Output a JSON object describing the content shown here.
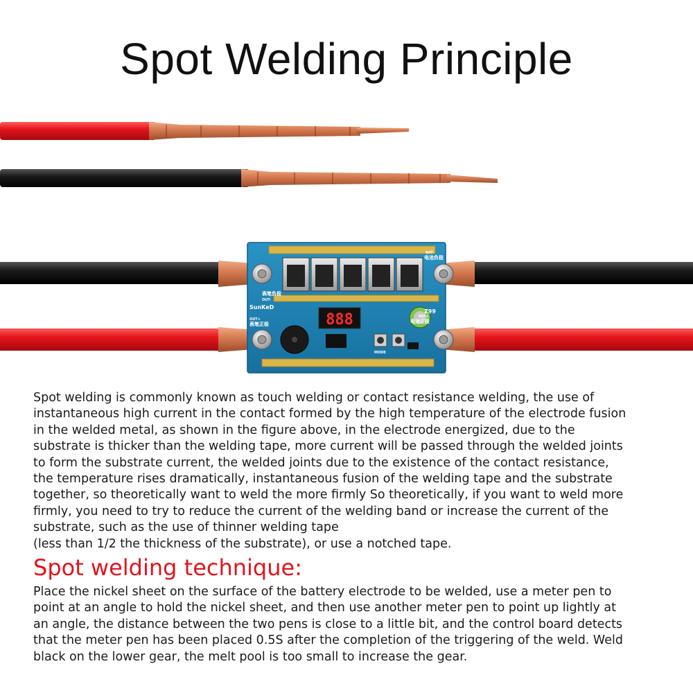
{
  "title": "Spot Welding Principle",
  "board": {
    "brand": "SunKeD",
    "model": "Z99",
    "display_digits": "888",
    "label_top_left": "表笔负极",
    "label_top_left_sub": "OUT-",
    "label_bottom_left": "表笔正极",
    "label_bottom_left_sub": "OUT+",
    "label_top_right": "电池负极",
    "label_top_right_sub": "BAT-",
    "label_bottom_right": "电池正极",
    "label_bottom_right_sub": "BAT+",
    "button_label": "MODE",
    "colors": {
      "pcb": "#1f86b8",
      "copper": "#d4784f",
      "red_cable": "#e3141b",
      "black_cable": "#151515",
      "gold_strip": "#d9b64a",
      "led": "#ff2a2a"
    }
  },
  "principle_text": "Spot welding is commonly known as touch welding or contact resistance welding, the use of\ninstantaneous high current in the contact formed by the high temperature of the electrode fusion\nin the welded metal, as shown in the figure above, in the electrode energized, due to the\nsubstrate is thicker than the welding tape, more current will be passed through the welded joints\nto form the substrate current, the welded joints due to the existence of the contact resistance,\nthe temperature rises dramatically, instantaneous fusion of the welding tape and the substrate\ntogether, so theoretically want to weld the more firmly So theoretically, if you want to weld more\nfirmly, you need to try to reduce the current of the welding band or increase the current of the\nsubstrate, such as the use of thinner welding tape\n(less than 1/2 the thickness of the substrate), or use a notched tape.",
  "technique_heading": "Spot welding technique:",
  "technique_text": "Place the nickel sheet on the surface of the battery electrode to be welded, use a meter pen to\npoint at an angle to hold the nickel sheet, and then use another meter pen to point up lightly at\nan angle, the distance between the two pens is close to a little bit, and the control board detects\nthat the meter pen has been placed 0.5S after the completion of the triggering of the weld. Weld\nblack on the lower gear, the melt pool is too small to increase the gear."
}
